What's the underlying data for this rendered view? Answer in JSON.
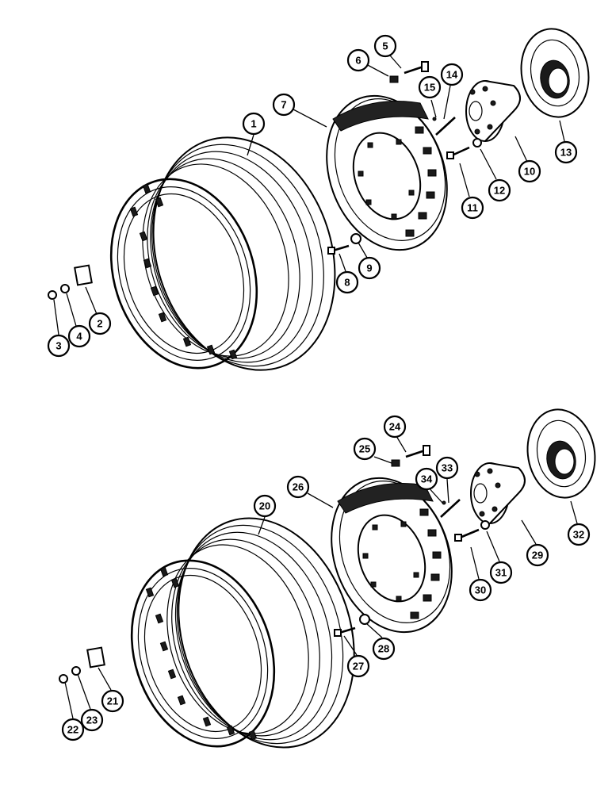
{
  "diagram": {
    "callouts": [
      {
        "id": "c1",
        "label": "1"
      },
      {
        "id": "c2",
        "label": "2"
      },
      {
        "id": "c3",
        "label": "3"
      },
      {
        "id": "c4",
        "label": "4"
      },
      {
        "id": "c5",
        "label": "5"
      },
      {
        "id": "c6",
        "label": "6"
      },
      {
        "id": "c7",
        "label": "7"
      },
      {
        "id": "c8",
        "label": "8"
      },
      {
        "id": "c9",
        "label": "9"
      },
      {
        "id": "c10",
        "label": "10"
      },
      {
        "id": "c11",
        "label": "11"
      },
      {
        "id": "c12",
        "label": "12"
      },
      {
        "id": "c13",
        "label": "13"
      },
      {
        "id": "c14",
        "label": "14"
      },
      {
        "id": "c15",
        "label": "15"
      },
      {
        "id": "c20",
        "label": "20"
      },
      {
        "id": "c21",
        "label": "21"
      },
      {
        "id": "c22",
        "label": "22"
      },
      {
        "id": "c23",
        "label": "23"
      },
      {
        "id": "c24",
        "label": "24"
      },
      {
        "id": "c25",
        "label": "25"
      },
      {
        "id": "c26",
        "label": "26"
      },
      {
        "id": "c27",
        "label": "27"
      },
      {
        "id": "c28",
        "label": "28"
      },
      {
        "id": "c29",
        "label": "29"
      },
      {
        "id": "c30",
        "label": "30"
      },
      {
        "id": "c31",
        "label": "31"
      },
      {
        "id": "c32",
        "label": "32"
      },
      {
        "id": "c33",
        "label": "33"
      },
      {
        "id": "c34",
        "label": "34"
      }
    ]
  }
}
